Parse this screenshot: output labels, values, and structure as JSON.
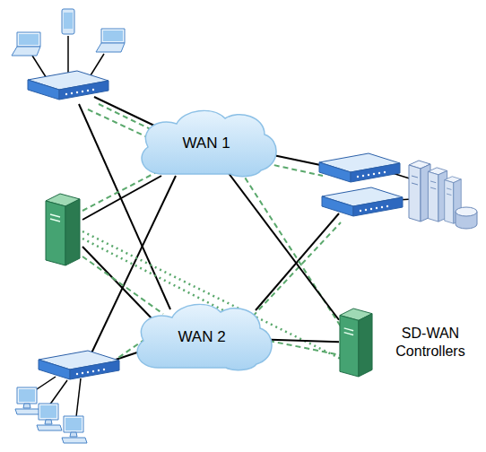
{
  "diagram": {
    "nodes": [
      {
        "text": [
          "WAN 1"
        ]
      },
      {
        "text": [
          "WAN 2"
        ]
      },
      {
        "text": [
          "SD-WAN Controllers"
        ]
      }
    ],
    "edges": [
      {
        "from": 0,
        "to": 2,
        "arrow": "none"
      },
      {
        "from": 1,
        "to": 2,
        "arrow": "none"
      }
    ]
  }
}
